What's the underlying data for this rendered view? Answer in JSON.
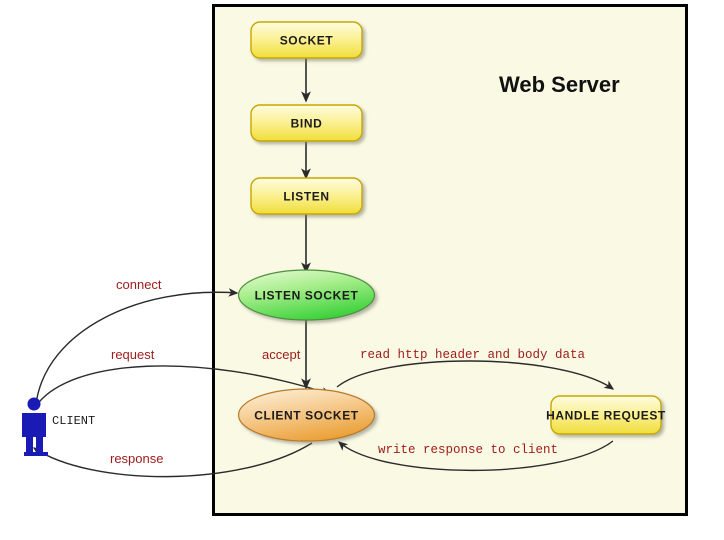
{
  "diagram": {
    "title": "Web Server",
    "panel": {
      "fill": "#f9f9e4",
      "border": "#000000"
    },
    "colors": {
      "box_fill_top": "#fdfbc8",
      "box_fill_bottom": "#f2e14c",
      "box_border": "#c6a700",
      "ellipse_green_top": "#d6f5c0",
      "ellipse_green_bottom": "#45d445",
      "ellipse_orange_top": "#fbe2bb",
      "ellipse_orange_bottom": "#eda23a",
      "label_red": "#9e1b1b",
      "actor_blue": "#1a1ab4",
      "line": "#2b2b2b"
    },
    "nodes": [
      {
        "id": "socket",
        "label": "SOCKET",
        "shape": "box",
        "color": "yellow"
      },
      {
        "id": "bind",
        "label": "BIND",
        "shape": "box",
        "color": "yellow"
      },
      {
        "id": "listen",
        "label": "LISTEN",
        "shape": "box",
        "color": "yellow"
      },
      {
        "id": "listen-socket",
        "label": "LISTEN SOCKET",
        "shape": "ellipse",
        "color": "green"
      },
      {
        "id": "client-socket",
        "label": "CLIENT SOCKET",
        "shape": "ellipse",
        "color": "orange"
      },
      {
        "id": "handle-request",
        "label": "HANDLE REQUEST",
        "shape": "box",
        "color": "yellow"
      }
    ],
    "actor": {
      "id": "client",
      "label": "CLIENT"
    },
    "edges": [
      {
        "id": "socket-bind",
        "label": "",
        "from": "socket",
        "to": "bind"
      },
      {
        "id": "bind-listen",
        "label": "",
        "from": "bind",
        "to": "listen"
      },
      {
        "id": "listen-listensocket",
        "label": "",
        "from": "listen",
        "to": "listen-socket"
      },
      {
        "id": "connect",
        "label": "connect",
        "from": "client",
        "to": "listen-socket",
        "font": "sans"
      },
      {
        "id": "accept",
        "label": "accept",
        "from": "listen-socket",
        "to": "client-socket",
        "font": "sans"
      },
      {
        "id": "request",
        "label": "request",
        "from": "client",
        "to": "client-socket",
        "font": "sans"
      },
      {
        "id": "response",
        "label": "response",
        "from": "client-socket",
        "to": "client",
        "font": "sans"
      },
      {
        "id": "read-http",
        "label": "read http header and body data",
        "from": "client-socket",
        "to": "handle-request",
        "font": "mono"
      },
      {
        "id": "write-response",
        "label": "write response to client",
        "from": "handle-request",
        "to": "client-socket",
        "font": "mono"
      }
    ]
  }
}
